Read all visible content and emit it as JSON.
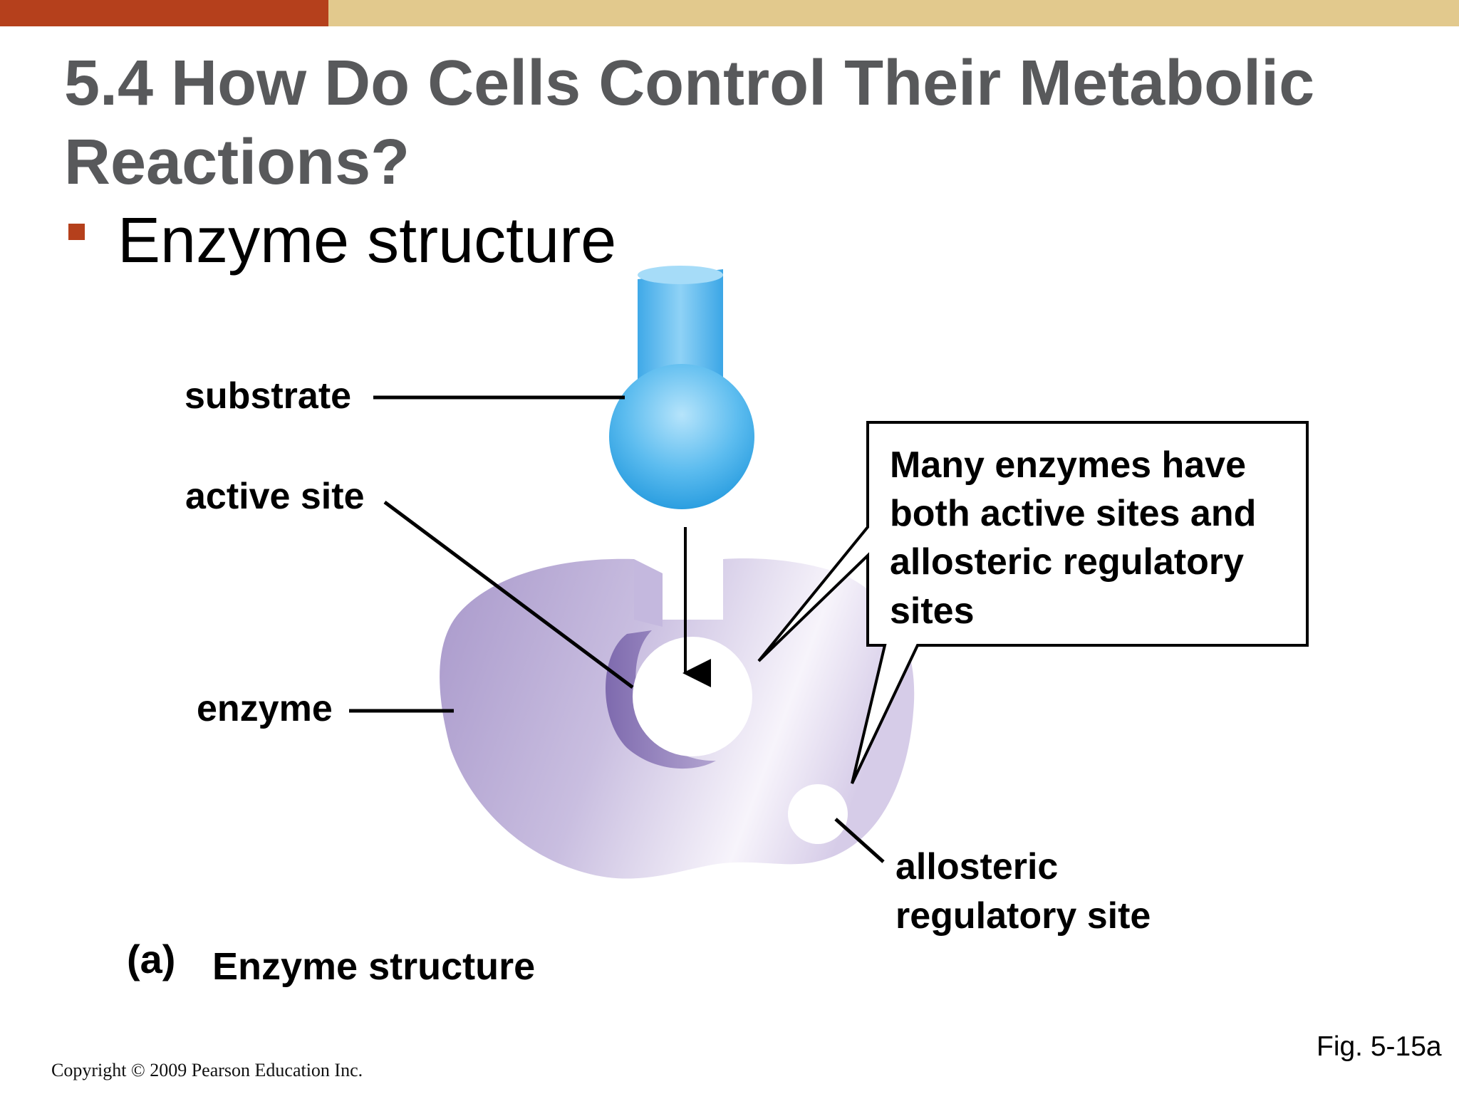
{
  "slide": {
    "title": "5.4 How Do Cells Control Their Metabolic Reactions?",
    "bullet": "Enzyme structure",
    "copyright": "Copyright © 2009 Pearson Education Inc.",
    "figure_ref": "Fig. 5-15a"
  },
  "diagram": {
    "labels": {
      "substrate": "substrate",
      "active_site": "active site",
      "enzyme": "enzyme",
      "allosteric_line1": "allosteric",
      "allosteric_line2": "regulatory site"
    },
    "callout": [
      "Many enzymes have",
      "both active sites and",
      "allosteric regulatory",
      "sites"
    ],
    "caption_letter": "(a)",
    "caption_text": "Enzyme structure"
  },
  "colors": {
    "accent_red": "#b5401c",
    "accent_tan": "#e2c98d",
    "title_gray": "#58595b",
    "substrate_blue": "#4fb3ec",
    "enzyme_purple": "#b5a6cf"
  }
}
